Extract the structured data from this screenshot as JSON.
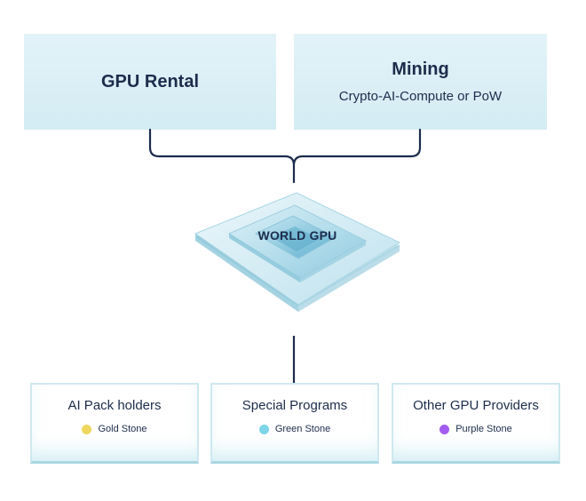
{
  "top_boxes": {
    "gpu_rental": {
      "title": "GPU Rental"
    },
    "mining": {
      "title": "Mining",
      "subtitle": "Crypto-AI-Compute or PoW"
    }
  },
  "center": {
    "label": "WORLD GPU"
  },
  "bottom_boxes": [
    {
      "title": "AI Pack holders",
      "stone": "Gold Stone",
      "color": "#efd85e"
    },
    {
      "title": "Special Programs",
      "stone": "Green Stone",
      "color": "#7dd6e8"
    },
    {
      "title": "Other GPU Providers",
      "stone": "Purple Stone",
      "color": "#a35cf0"
    }
  ],
  "colors": {
    "line": "#1c2c4c",
    "top_fill": "#dff1f6",
    "bottom_border": "#cfe8ef"
  }
}
